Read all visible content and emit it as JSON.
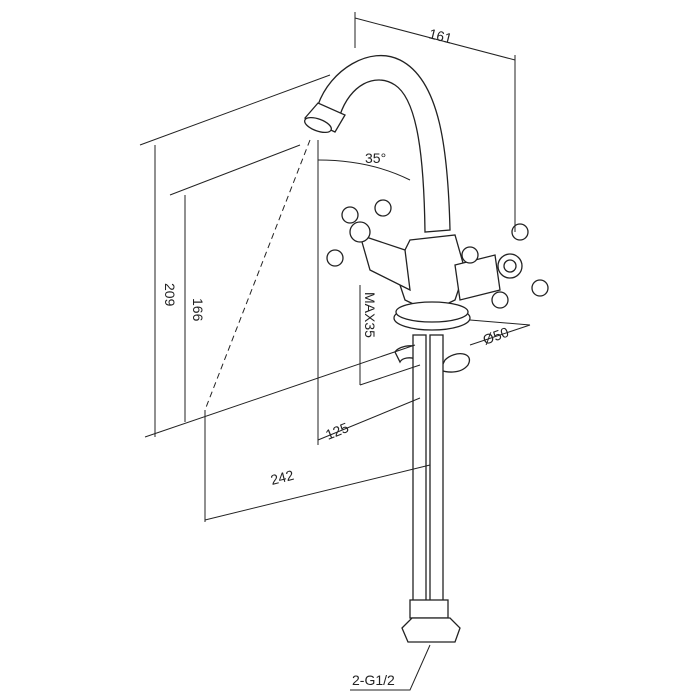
{
  "dimensions": {
    "width_top": "161",
    "spout_angle": "35°",
    "height_total": "209",
    "height_spout": "166",
    "max_thickness": "MAX35",
    "base_diameter": "Ø50",
    "reach_inner": "125",
    "reach_total": "242",
    "connection": "2-G1/2"
  }
}
